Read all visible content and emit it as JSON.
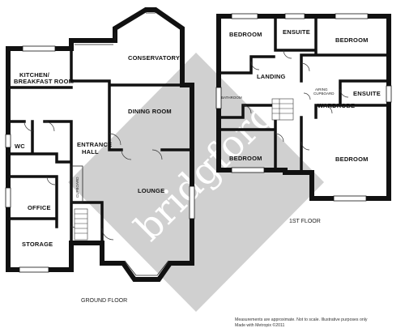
{
  "ground_floor": {
    "label": "GROUND FLOOR",
    "rooms": {
      "kitchen_line1": "KITCHEN/",
      "kitchen_line2": "BREAKFAST ROOM",
      "conservatory": "CONSERVATORY",
      "dining": "DINING ROOM",
      "wc": "WC",
      "entrance_line1": "ENTRANCE",
      "entrance_line2": "HALL",
      "cupboard": "CUPBOARD",
      "office": "OFFICE",
      "lounge": "LOUNGE",
      "storage": "STORAGE"
    }
  },
  "first_floor": {
    "label": "1ST FLOOR",
    "rooms": {
      "bedroom_top_left": "BEDROOM",
      "ensuite_top": "ENSUITE",
      "bedroom_top_right": "BEDROOM",
      "landing": "LANDING",
      "bathroom": "BATHROOM",
      "airing_line1": "AIRING",
      "airing_line2": "CUPBOARD",
      "ensuite_right": "ENSUITE",
      "wardrobe": "WARDROBE",
      "bedroom_bottom_left": "BEDROOM",
      "bedroom_bottom_right": "BEDROOM"
    }
  },
  "watermark": {
    "text": "bridgfords",
    "color": "#c8c8c8"
  },
  "footer": {
    "line1": "Measurements are approximate.  Not to scale.  Illustrative purposes only",
    "line2": "Made with Metropix ©2011"
  }
}
